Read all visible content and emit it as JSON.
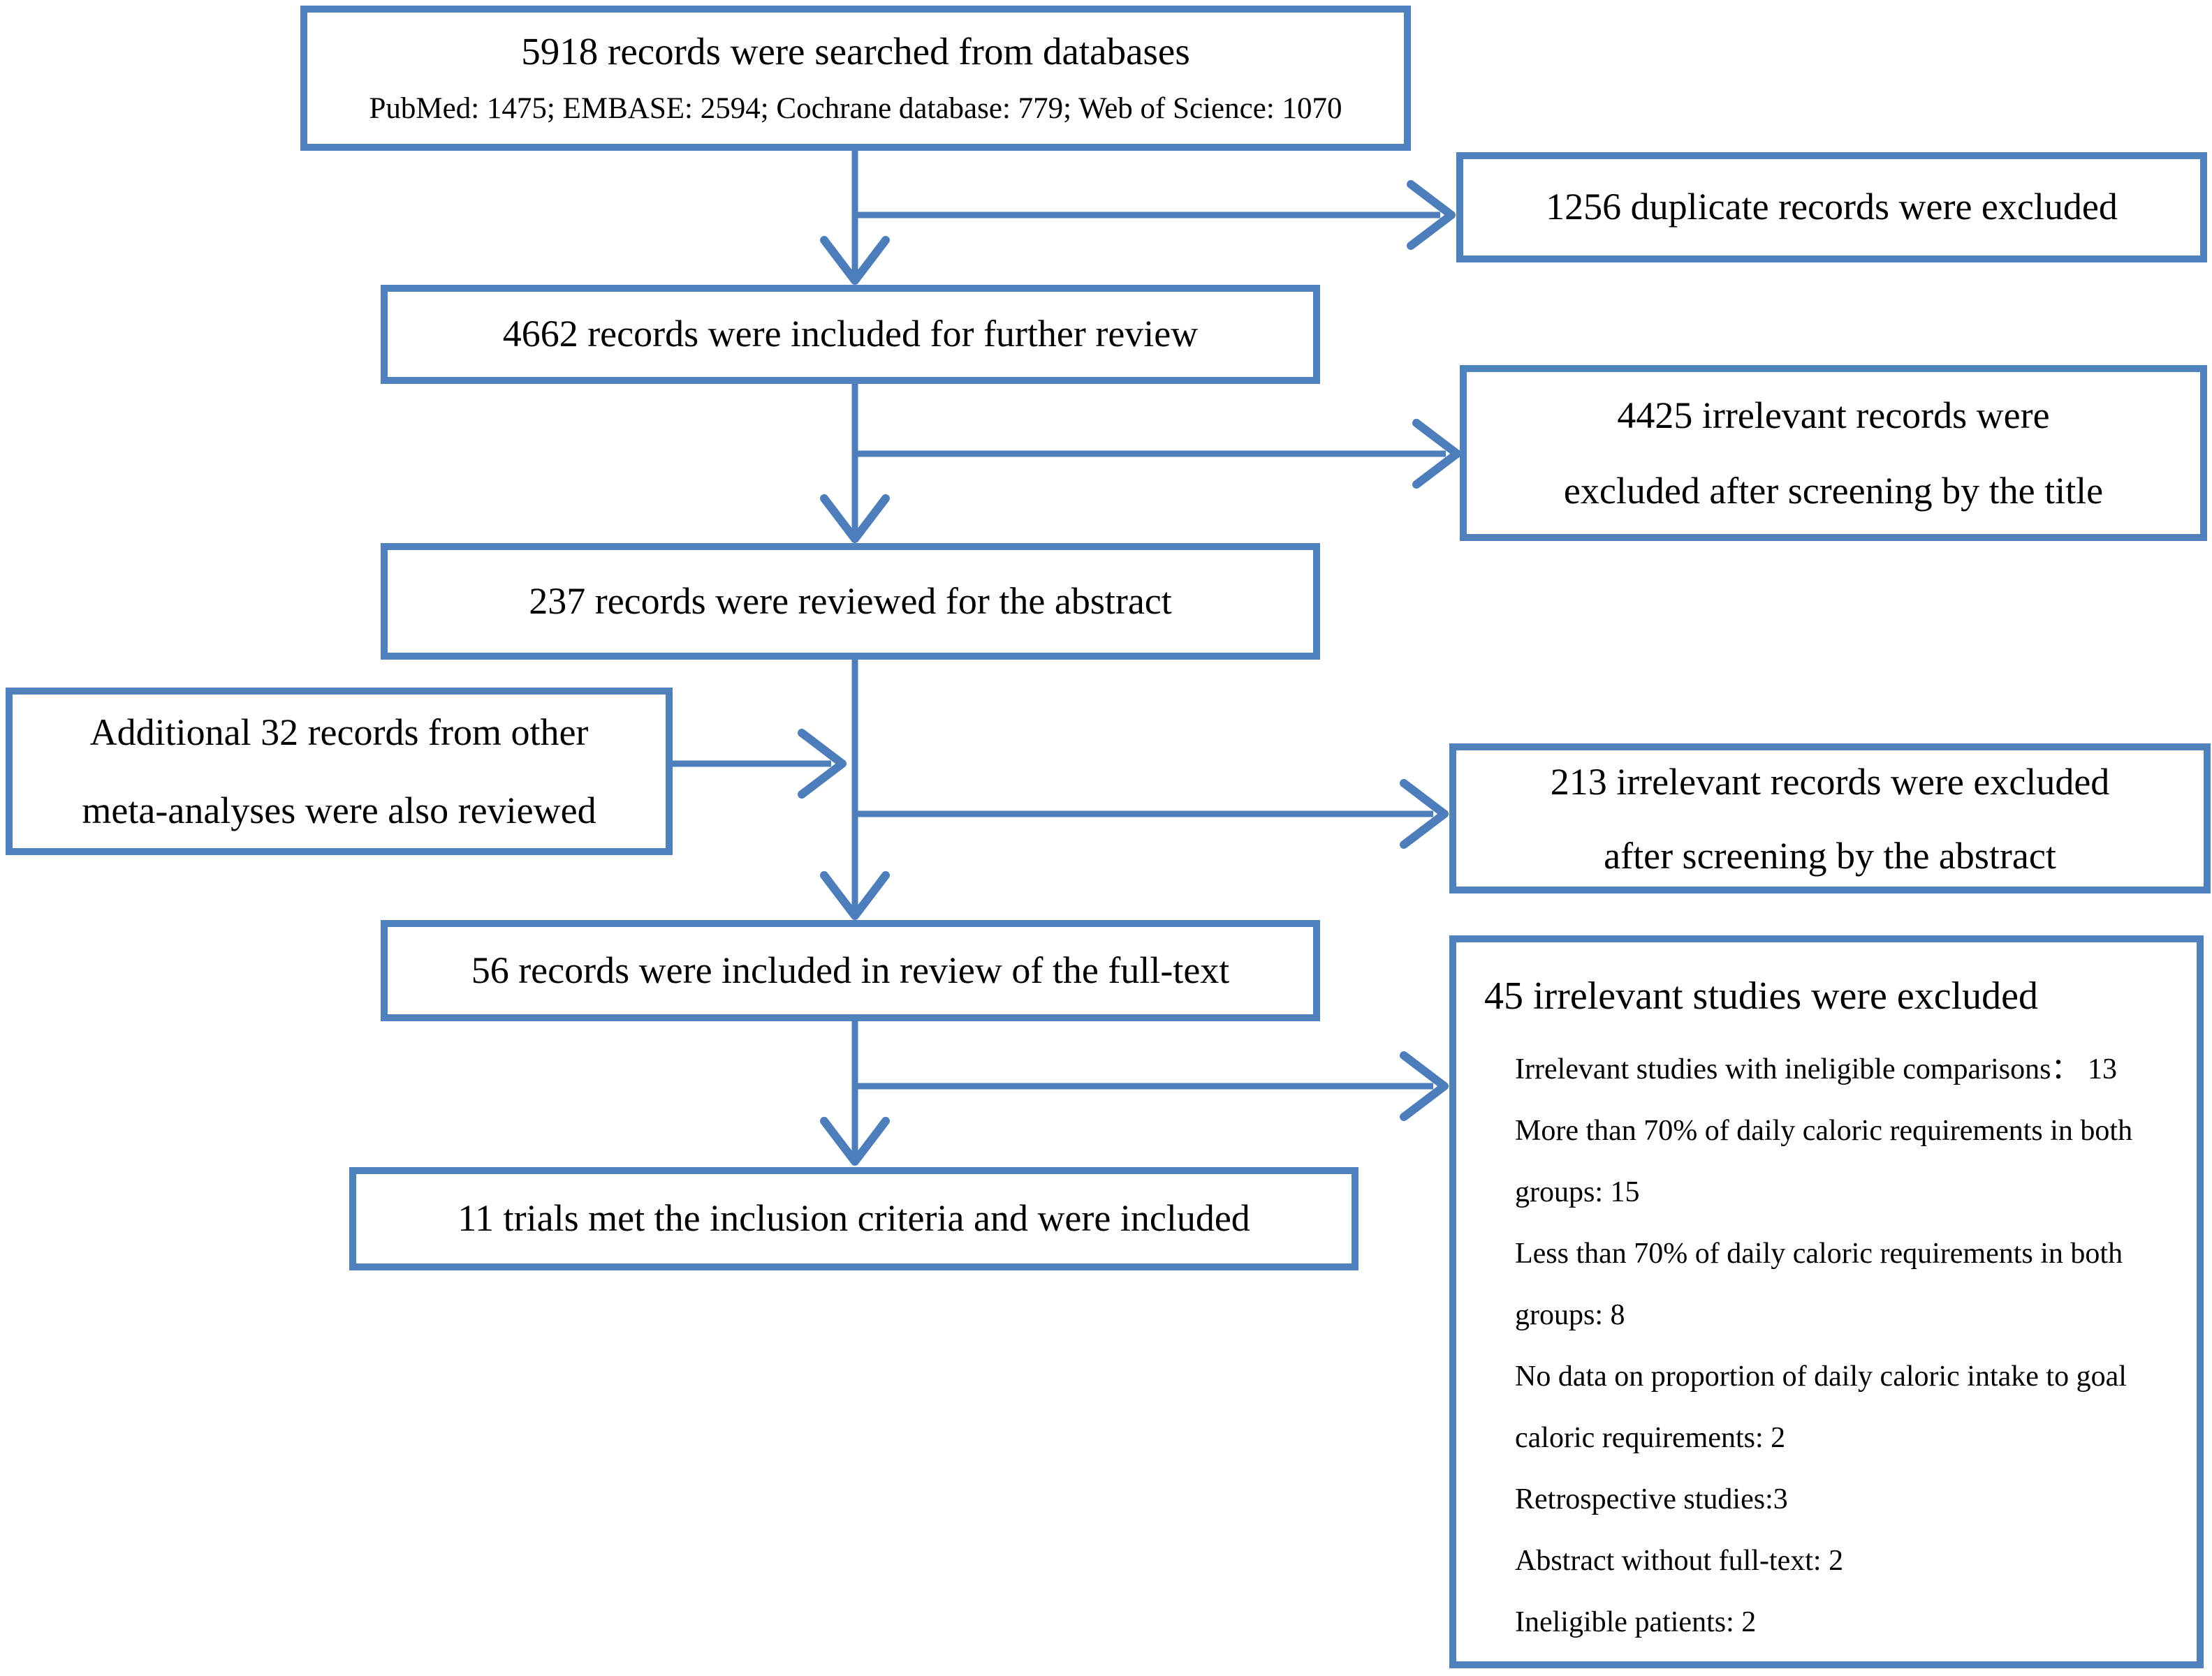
{
  "colors": {
    "accent_blue": "#4f81bd",
    "arrow_blue": "#4d7ebb",
    "text": "#000000",
    "background": "#ffffff"
  },
  "flow": {
    "searched": {
      "title": "5918 records were searched from databases",
      "sources": "PubMed: 1475; EMBASE: 2594; Cochrane database: 779; Web of Science: 1070"
    },
    "duplicates_excluded": {
      "text": "1256 duplicate records were excluded"
    },
    "further_review": {
      "text": "4662 records were included for further review"
    },
    "title_screen_excluded": {
      "line1": "4425 irrelevant records were",
      "line2": "excluded after screening by the title"
    },
    "abstract_review": {
      "text": "237 records were reviewed for the abstract"
    },
    "additional_records": {
      "line1": "Additional 32 records from other",
      "line2": "meta-analyses were also reviewed"
    },
    "abstract_screen_excluded": {
      "line1": "213 irrelevant records were excluded",
      "line2": "after screening by the abstract"
    },
    "fulltext_review": {
      "text": "56 records were included in review of the full-text"
    },
    "fulltext_excluded": {
      "heading": "45 irrelevant studies were excluded",
      "reasons": [
        "Irrelevant studies with ineligible comparisons： 13",
        "More than 70% of daily caloric requirements in both groups: 15",
        "Less than 70% of daily caloric requirements in both groups: 8",
        "No data on proportion of daily caloric intake to goal caloric requirements: 2",
        "Retrospective studies:3",
        "Abstract without full-text: 2",
        "Ineligible patients: 2"
      ]
    },
    "included": {
      "text": "11 trials met the inclusion criteria and were included"
    }
  }
}
